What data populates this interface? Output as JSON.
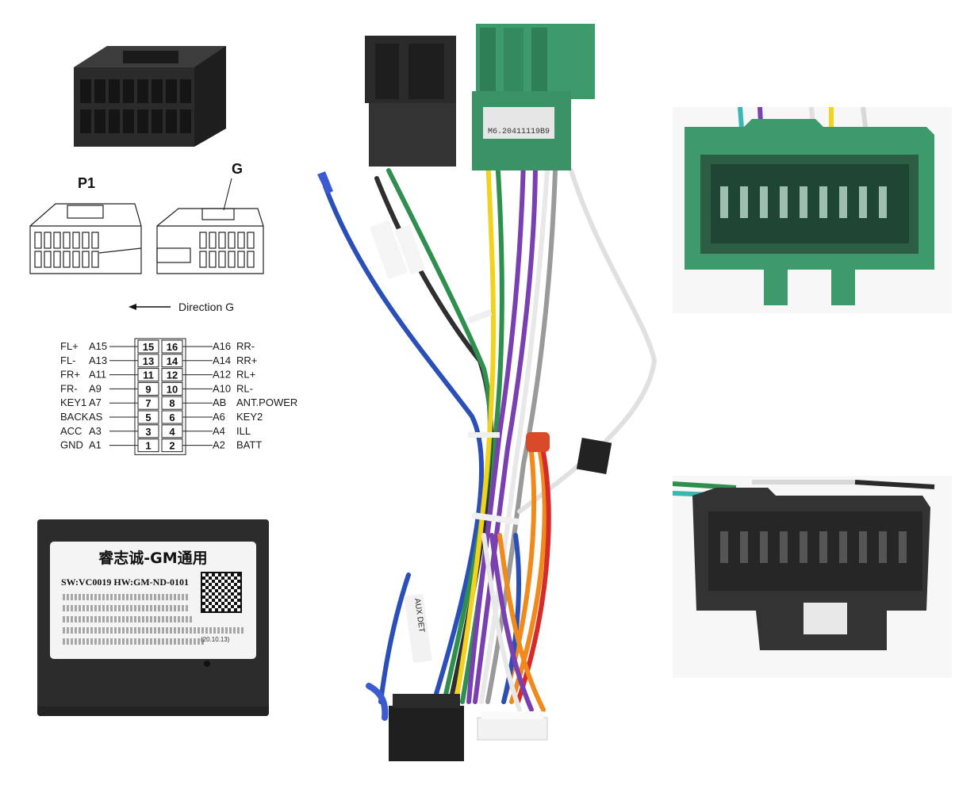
{
  "diagram": {
    "connector_labels": {
      "p1": "P1",
      "g": "G"
    },
    "direction_text": "Direction G",
    "pinout": {
      "left": [
        {
          "name": "FL+",
          "code": "A15",
          "pin": "15"
        },
        {
          "name": "FL-",
          "code": "A13",
          "pin": "13"
        },
        {
          "name": "FR+",
          "code": "A11",
          "pin": "11"
        },
        {
          "name": "FR-",
          "code": "A9",
          "pin": "9"
        },
        {
          "name": "KEY1",
          "code": "A7",
          "pin": "7"
        },
        {
          "name": "BACK",
          "code": "AS",
          "pin": "5"
        },
        {
          "name": "ACC",
          "code": "A3",
          "pin": "3"
        },
        {
          "name": "GND",
          "code": "A1",
          "pin": "1"
        }
      ],
      "right": [
        {
          "name": "RR-",
          "code": "A16",
          "pin": "16"
        },
        {
          "name": "RR+",
          "code": "A14",
          "pin": "14"
        },
        {
          "name": "RL+",
          "code": "A12",
          "pin": "12"
        },
        {
          "name": "RL-",
          "code": "A10",
          "pin": "10"
        },
        {
          "name": "ANT.POWER",
          "code": "AB",
          "pin": "8"
        },
        {
          "name": "KEY2",
          "code": "A6",
          "pin": "6"
        },
        {
          "name": "ILL",
          "code": "A4",
          "pin": "4"
        },
        {
          "name": "BATT",
          "code": "A2",
          "pin": "2"
        }
      ]
    }
  },
  "canbox": {
    "title": "睿志诚-GM通用",
    "version": "SW:VC0019  HW:GM-ND-0101",
    "date": "(20.10.13)"
  },
  "harness": {
    "green_connector_text": "M6.20411119B9",
    "aux_det_label": "AUX DET"
  },
  "colors": {
    "green_plug": "#3d9a6a",
    "black_plug": "#2a2a2a",
    "wire_blue": "#2b4fb8",
    "wire_yellow": "#f2d21c",
    "wire_green": "#2f8f4e",
    "wire_purple": "#7a3fb0",
    "wire_orange": "#f08a1c",
    "wire_red": "#d62b2b",
    "wire_white": "#e8e8e8",
    "wire_gray": "#9a9a9a"
  }
}
